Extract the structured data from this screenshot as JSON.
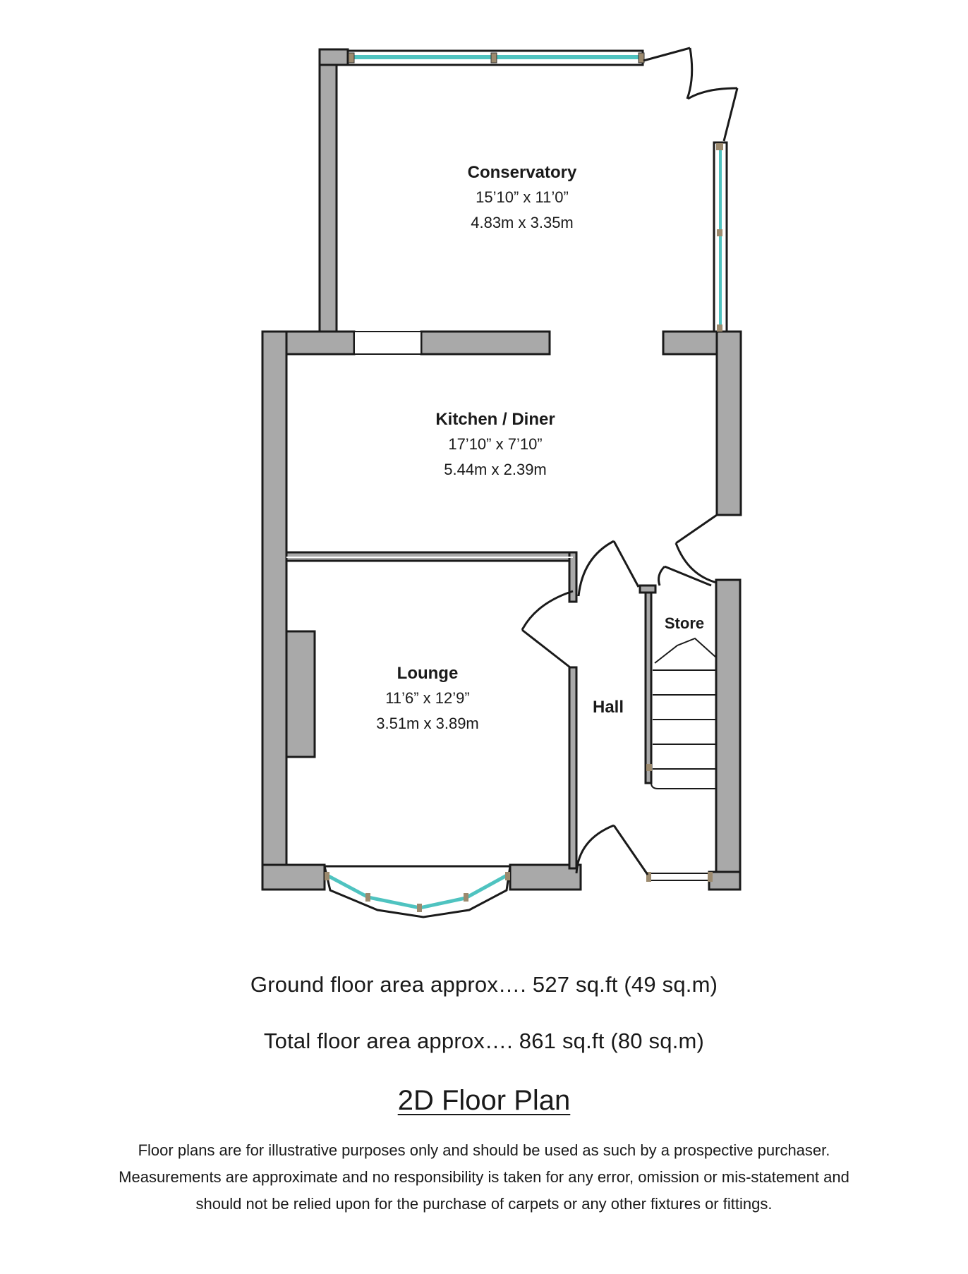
{
  "rooms": {
    "conservatory": {
      "name": "Conservatory",
      "imperial": "15’10” x 11’0”",
      "metric": "4.83m x 3.35m"
    },
    "kitchen": {
      "name": "Kitchen / Diner",
      "imperial": "17’10” x 7’10”",
      "metric": "5.44m x 2.39m"
    },
    "lounge": {
      "name": "Lounge",
      "imperial": "11’6” x 12’9”",
      "metric": "3.51m x 3.89m"
    },
    "hall": {
      "name": "Hall"
    },
    "store": {
      "name": "Store"
    }
  },
  "areas": {
    "ground": "Ground floor area approx…. 527 sq.ft (49 sq.m)",
    "total": "Total floor area approx…. 861 sq.ft (80 sq.m)"
  },
  "title": "2D Floor Plan",
  "disclaimer": [
    "Floor plans are for illustrative purposes only and should be used as such by a prospective purchaser.",
    "Measurements are approximate and no responsibility is taken for any error, omission or mis-statement and",
    "should not be relied upon for the purchase of carpets or any other fixtures or fittings."
  ],
  "colors": {
    "wall": "#a9a9a9",
    "wall_outline": "#1a1a1a",
    "glass": "#4fc3c0",
    "mullion": "#9c8a6e"
  }
}
